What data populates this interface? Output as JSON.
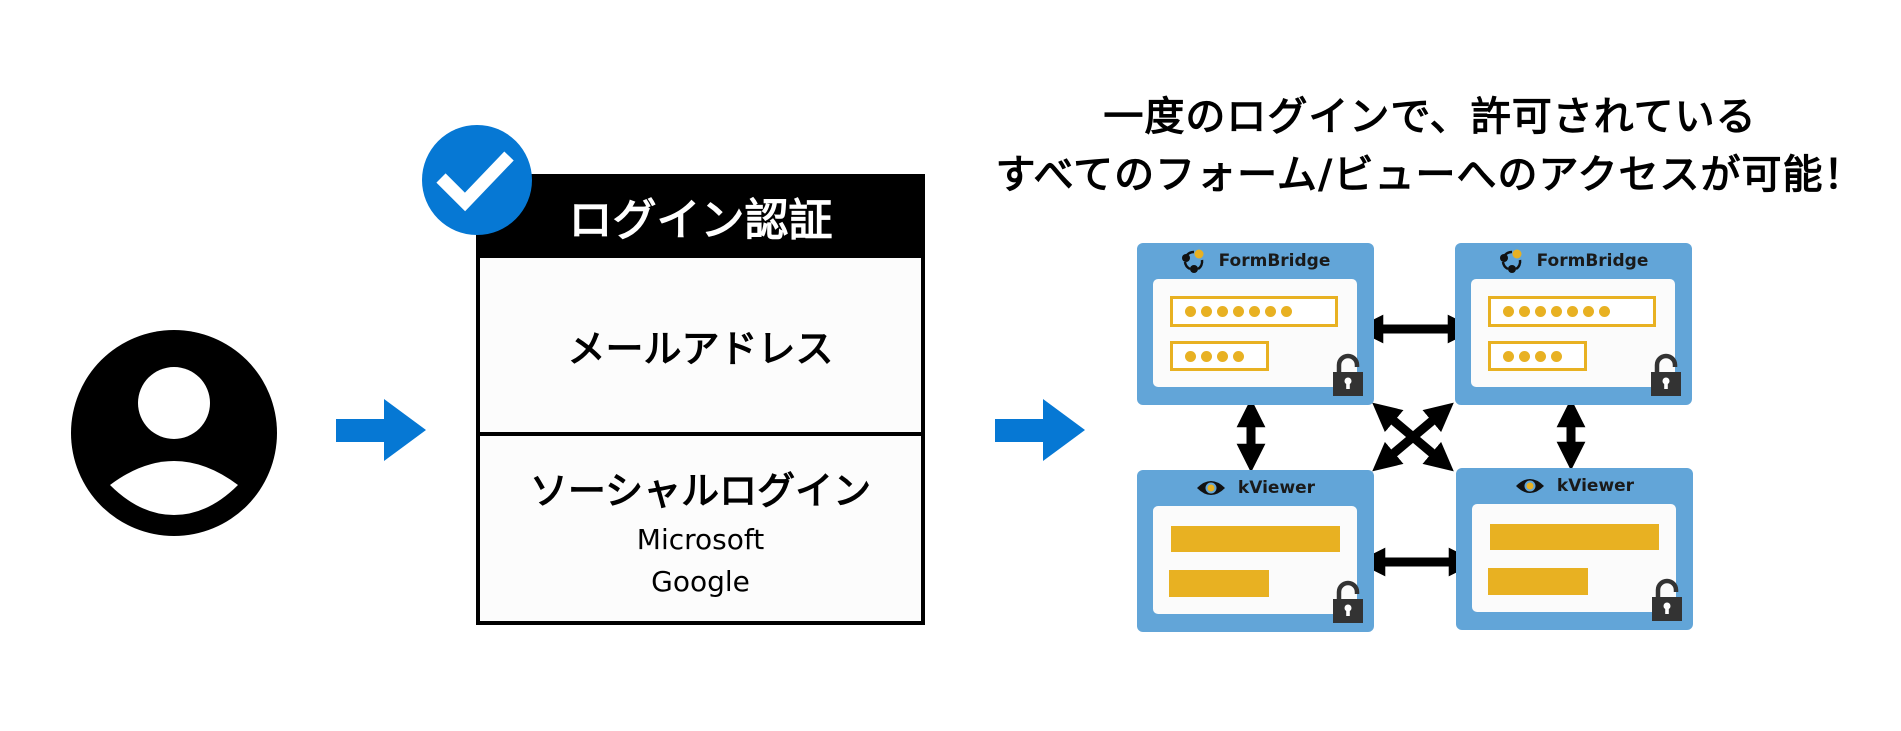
{
  "headline": {
    "line1": "一度のログインで、許可されている",
    "line2": "すべてのフォーム/ビューへのアクセスが可能！"
  },
  "user": {
    "icon": "user-account-circle-icon"
  },
  "flow_arrows": [
    {
      "icon": "arrow-right-icon",
      "color": "#0678d4"
    },
    {
      "icon": "arrow-right-icon",
      "color": "#0678d4"
    }
  ],
  "login_box": {
    "badge_icon": "checkmark-circle-icon",
    "badge_color": "#0678d4",
    "title": "ログイン認証",
    "email_label": "メールアドレス",
    "social_label": "ソーシャルログイン",
    "providers": [
      "Microsoft",
      "Google"
    ]
  },
  "apps": {
    "formbridge_name": "FormBridge",
    "kviewer_name": "kViewer",
    "formbridge_fields": [
      {
        "masked_length": 7
      },
      {
        "masked_length": 4
      }
    ],
    "panels": [
      {
        "app": "FormBridge",
        "locked": true
      },
      {
        "app": "FormBridge",
        "locked": true
      },
      {
        "app": "kViewer",
        "locked": true
      },
      {
        "app": "kViewer",
        "locked": true
      }
    ],
    "colors": {
      "panel_bg": "#62a5d8",
      "accent_yellow": "#e8b122",
      "lock": "#333333"
    }
  },
  "connections": [
    {
      "from": "FormBridge",
      "to": "FormBridge",
      "type": "bidirectional"
    },
    {
      "from": "FormBridge",
      "to": "kViewer",
      "type": "bidirectional"
    },
    {
      "from": "FormBridge",
      "to": "kViewer",
      "type": "bidirectional"
    },
    {
      "from": "kViewer",
      "to": "kViewer",
      "type": "bidirectional"
    },
    {
      "from": "FormBridge",
      "to": "kViewer",
      "type": "bidirectional-diagonal"
    },
    {
      "from": "FormBridge",
      "to": "kViewer",
      "type": "bidirectional-diagonal"
    }
  ]
}
